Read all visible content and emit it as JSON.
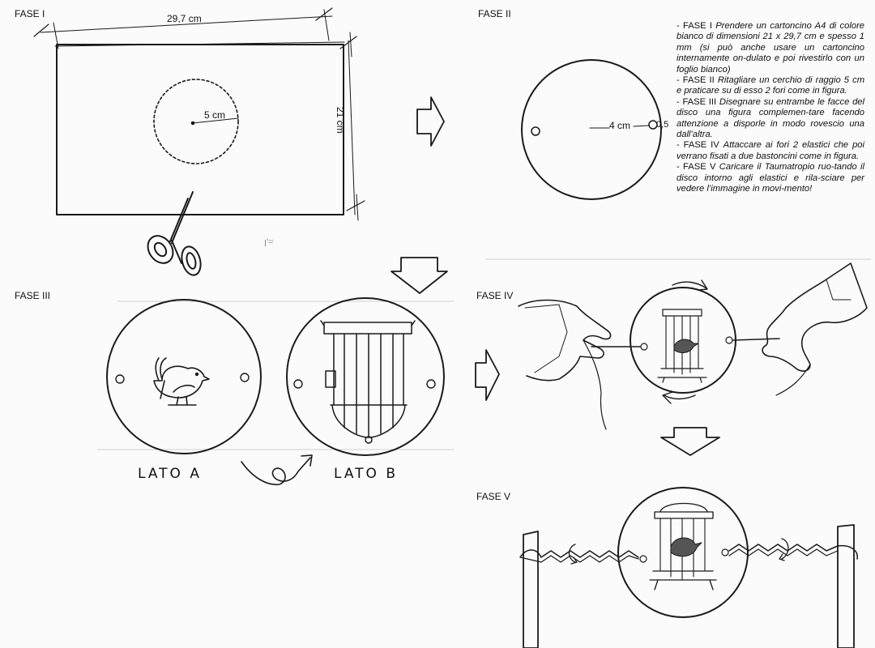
{
  "phases": {
    "fase1": "FASE I",
    "fase2": "FASE II",
    "fase3": "FASE III",
    "fase4": "FASE IV",
    "fase5": "FASE V"
  },
  "dimensions": {
    "width": "29,7 cm",
    "height": "21 cm",
    "radius_circle": "5 cm",
    "hole_distance": "4 cm",
    "hole_size": "0,5",
    "scribble": "ꞁ'="
  },
  "sides": {
    "a": "LATO A",
    "b": "LATO B"
  },
  "instructions": [
    {
      "phase": "- FASE I",
      "text": "Prendere un cartoncino A4 di colore bianco di dimensioni 21 x 29,7 cm e   spesso 1 mm (si può anche usare un cartoncino internamente on-dulato e poi rivestirlo con un foglio bianco)"
    },
    {
      "phase": "- FASE II",
      "text": "Ritagliare un cerchio  di raggio 5 cm e praticare su di esso 2 fori come in figura."
    },
    {
      "phase": "- FASE III",
      "text": "Disegnare su entrambe le facce del disco una figura complemen-tare facendo attenzione a disporle in modo rovescio una dall’altra."
    },
    {
      "phase": "- FASE IV",
      "text": "Attaccare ai fori 2 elastici che poi verrano fisati a due bastoncini come in figura."
    },
    {
      "phase": "- FASE V",
      "text": "Caricare il Taumatropio ruo-tando il disco intorno agli elastici e rila-sciare per vedere l’immagine in movi-mento!"
    }
  ]
}
